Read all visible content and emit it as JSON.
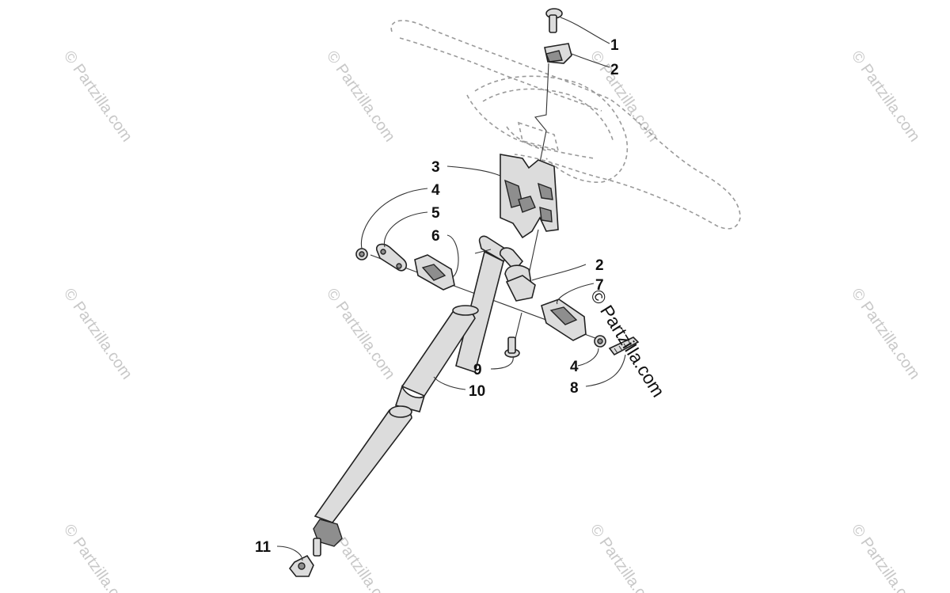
{
  "watermark": {
    "text": "© Partzilla.com",
    "main_text": "© Partzilla.com"
  },
  "callouts": {
    "c1": "1",
    "c2a": "2",
    "c3": "3",
    "c4a": "4",
    "c5": "5",
    "c6": "6",
    "c2b": "2",
    "c7": "7",
    "c9": "9",
    "c4b": "4",
    "c8": "8",
    "c10": "10",
    "c11": "11"
  }
}
